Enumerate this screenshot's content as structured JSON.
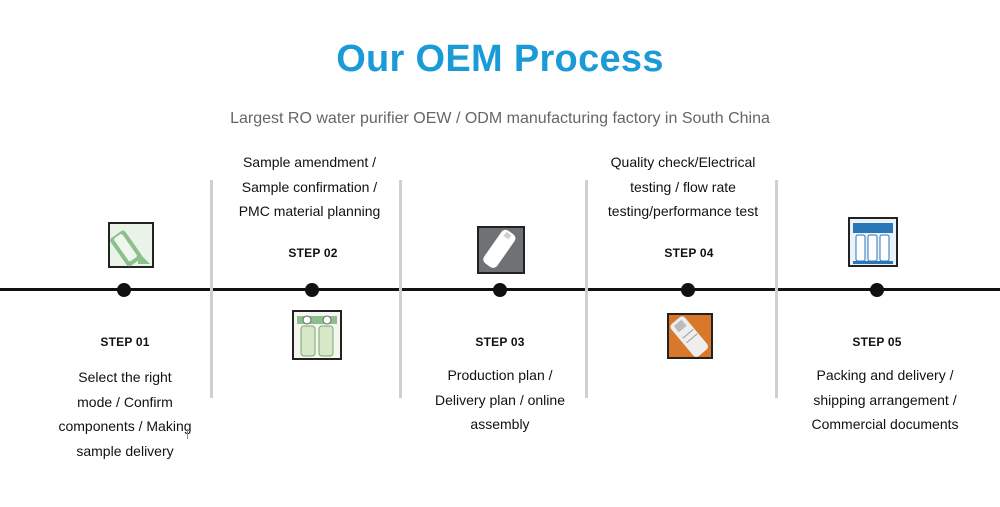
{
  "title": "Our OEM Process",
  "subtitle": "Largest RO water purifier OEW / ODM manufacturing factory in South China",
  "colors": {
    "title": "#1a9bd7",
    "subtitle": "#666666",
    "timeline": "#111111",
    "divider": "#cfcfcf",
    "icon_green": "#8cc08a",
    "icon_gray": "#6f7274",
    "icon_orange": "#d9772a",
    "icon_blue": "#2a77b8"
  },
  "steps": [
    {
      "label": "STEP 01",
      "description_lines": [
        "Select the right",
        "mode / Confirm",
        "components / Making",
        "sample delivery"
      ],
      "icon": "water-filter-cartridge-icon"
    },
    {
      "label": "STEP 02",
      "description_lines": [
        "Sample amendment /",
        "Sample confirmation /",
        "PMC material planning"
      ],
      "icon": "filter-housing-icon"
    },
    {
      "label": "STEP 03",
      "description_lines": [
        "Production plan /",
        "Delivery plan / online",
        "assembly"
      ],
      "icon": "filter-cartridge-gray-icon"
    },
    {
      "label": "STEP 04",
      "description_lines": [
        "Quality check/Electrical",
        "testing / flow rate",
        "testing/performance test"
      ],
      "icon": "filter-cartridge-orange-icon"
    },
    {
      "label": "STEP 05",
      "description_lines": [
        "Packing and delivery /",
        "shipping arrangement /",
        "Commercial documents"
      ],
      "icon": "ro-purifier-unit-icon"
    }
  ]
}
